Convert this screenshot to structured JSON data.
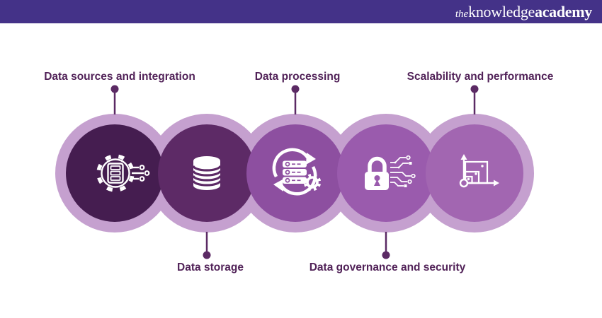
{
  "header": {
    "bg": "#443288",
    "text_color": "#ffffff",
    "logo_the": "the",
    "logo_knowledge": "knowledge",
    "logo_academy": "academy"
  },
  "diagram": {
    "background": "#ffffff",
    "ring_color": "#c5a0cf",
    "connector_color": "#5b2a64",
    "label_color": "#512258",
    "icon_color": "#ffffff",
    "items": [
      {
        "label": "Data sources and integration",
        "label_position": "top",
        "icon": "gear-data-integration-icon",
        "circle_color": "#451d50"
      },
      {
        "label": "Data storage",
        "label_position": "bottom",
        "icon": "database-icon",
        "circle_color": "#5d2a66"
      },
      {
        "label": "Data processing",
        "label_position": "top",
        "icon": "server-refresh-gear-icon",
        "circle_color": "#8d4fa0"
      },
      {
        "label": "Data governance and security",
        "label_position": "bottom",
        "icon": "padlock-circuit-icon",
        "circle_color": "#9a5bad"
      },
      {
        "label": "Scalability and performance",
        "label_position": "top",
        "icon": "growth-chart-icon",
        "circle_color": "#a266b1"
      }
    ]
  }
}
